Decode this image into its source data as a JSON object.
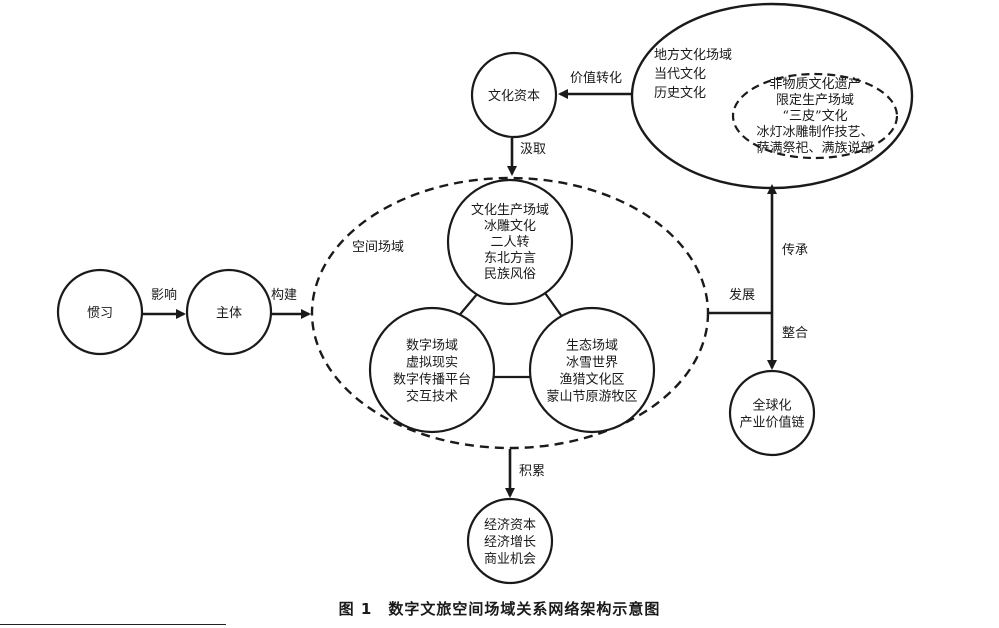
{
  "nodes": {
    "habit": {
      "lines": [
        "惯习"
      ]
    },
    "subject": {
      "lines": [
        "主体"
      ]
    },
    "cultural_capital": {
      "lines": [
        "文化资本"
      ]
    },
    "space_field": {
      "lines": [
        "空间场域"
      ]
    },
    "culture_field": {
      "lines": [
        "文化生产场域",
        "冰雕文化",
        "二人转",
        "东北方言",
        "民族风俗"
      ]
    },
    "digital_field": {
      "lines": [
        "数字场域",
        "虚拟现实",
        "数字传播平台",
        "交互技术"
      ]
    },
    "eco_field": {
      "lines": [
        "生态场域",
        "冰雪世界",
        "渔猎文化区",
        "蒙山节原游牧区"
      ]
    },
    "local_culture": {
      "lines": [
        "地方文化场域",
        "当代文化",
        "历史文化"
      ]
    },
    "heritage": {
      "lines": [
        "非物质文化遗产",
        "限定生产场域",
        "“三皮”文化",
        "冰灯冰雕制作技艺、",
        "萨满祭祀、满族说部"
      ]
    },
    "globalization": {
      "lines": [
        "全球化",
        "产业价值链"
      ]
    },
    "economy": {
      "lines": [
        "经济资本",
        "经济增长",
        "商业机会"
      ]
    }
  },
  "edges": {
    "influence": "影响",
    "construct": "构建",
    "value_transform": "价值转化",
    "draw": "汲取",
    "accumulate": "积累",
    "develop": "发展",
    "inherit": "传承",
    "integrate": "整合"
  },
  "caption": "图 1　数字文旅空间场域关系网络架构示意图"
}
